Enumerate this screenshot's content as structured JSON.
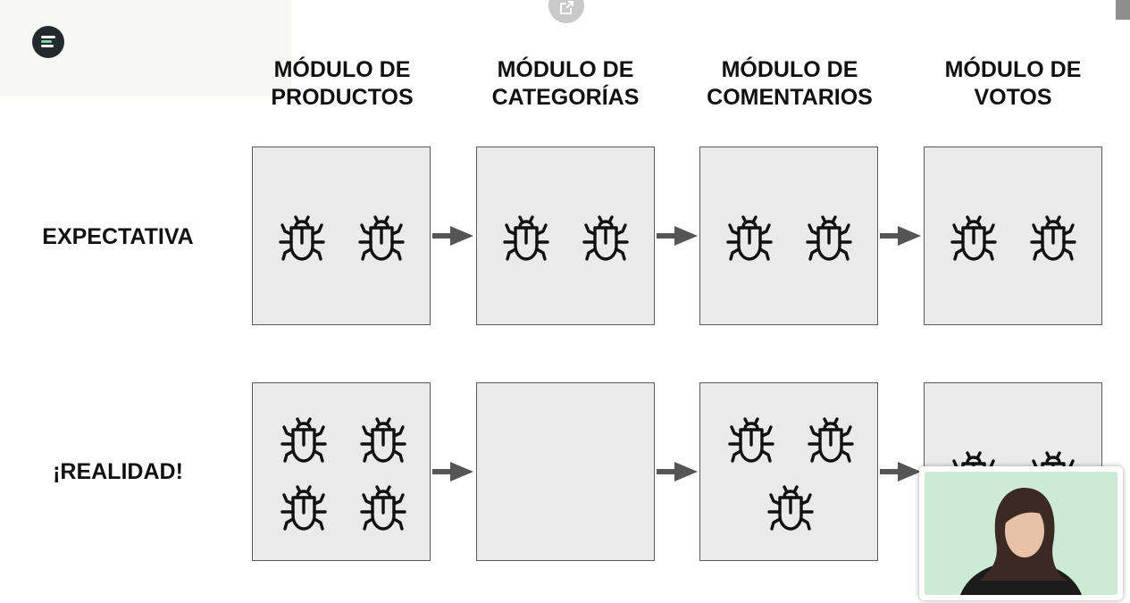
{
  "columns": [
    {
      "title": "MÓDULO DE\nPRODUCTOS"
    },
    {
      "title": "MÓDULO DE\nCATEGORÍAS"
    },
    {
      "title": "MÓDULO DE\nCOMENTARIOS"
    },
    {
      "title": "MÓDULO DE\nVOTOS"
    }
  ],
  "rows": [
    {
      "label": "EXPECTATIVA",
      "bug_counts": [
        2,
        2,
        2,
        2
      ]
    },
    {
      "label": "¡REALIDAD!",
      "bug_counts": [
        4,
        0,
        3,
        2
      ]
    }
  ],
  "colors": {
    "box_fill": "#eaeaea",
    "box_border": "#5a5a5a",
    "arrow": "#555555",
    "bug_stroke": "#111111"
  },
  "icons": {
    "logo": "platzi-logo",
    "overlay": "external-link-icon",
    "bug": "bug-icon"
  }
}
